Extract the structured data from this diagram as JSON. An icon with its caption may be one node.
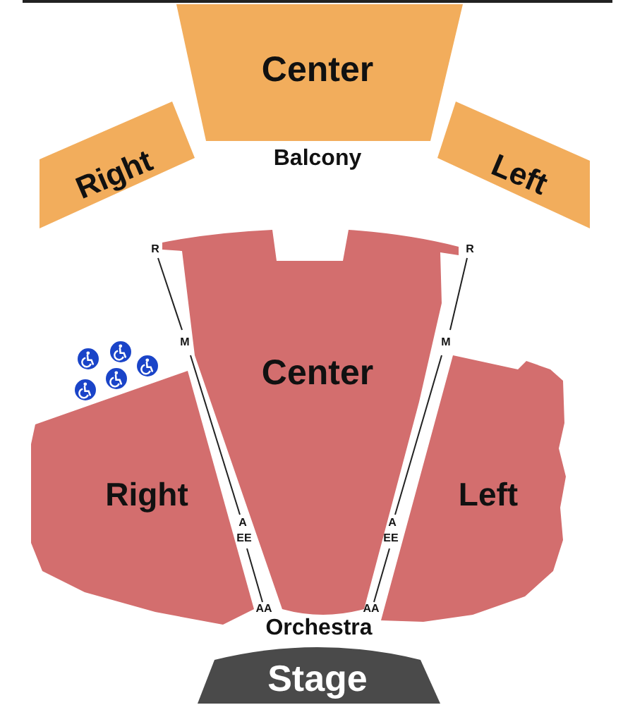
{
  "diagram": {
    "nodes": [
      {
        "text": [
          "Center"
        ]
      },
      {
        "text": [
          "Right"
        ]
      },
      {
        "text": [
          "Left"
        ]
      },
      {
        "text": [
          "Center"
        ]
      },
      {
        "text": [
          "Right"
        ]
      },
      {
        "text": [
          "Left"
        ]
      },
      {
        "text": [
          "Stage"
        ]
      }
    ],
    "labels": [
      "Balcony",
      "R",
      "R",
      "M",
      "M",
      "A",
      "A",
      "EE",
      "EE",
      "AA",
      "AA",
      "Orchestra"
    ]
  }
}
